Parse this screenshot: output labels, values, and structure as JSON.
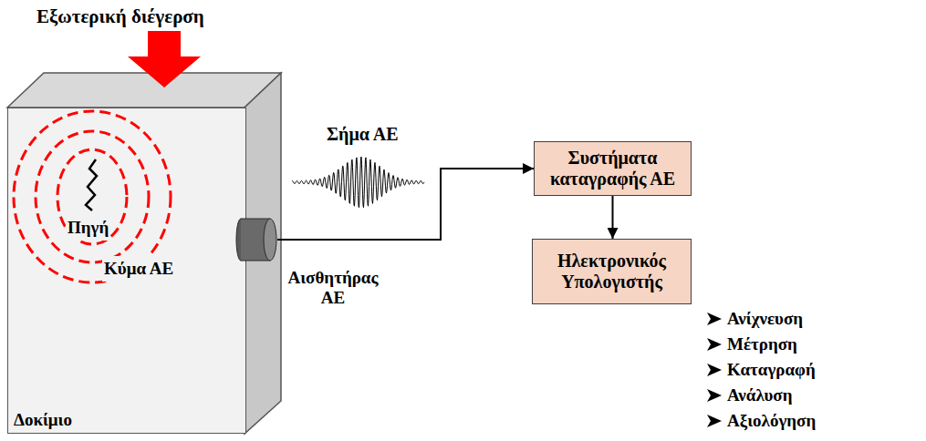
{
  "diagram": {
    "nodes": [
      {
        "text": [
          "Δοκίμιο"
        ]
      },
      {
        "text": [
          "Αισθητήρας ΑΕ"
        ]
      },
      {
        "text": [
          "Συστήματα καταγραφής ΑΕ"
        ]
      },
      {
        "text": [
          "Ηλεκτρονικός Υπολογιστής"
        ]
      }
    ],
    "edges": [
      {
        "from": 1,
        "to": 2,
        "arrow": "to",
        "label": "Σήμα ΑΕ"
      },
      {
        "from": 2,
        "to": 3,
        "arrow": "to"
      }
    ],
    "labels": [
      "Εξωτερική διέγερση",
      "Πηγή",
      "Κύμα ΑΕ",
      "Ανίχνευση",
      "Μέτρηση",
      "Καταγραφή",
      "Ανάλυση",
      "Αξιολόγηση"
    ]
  }
}
